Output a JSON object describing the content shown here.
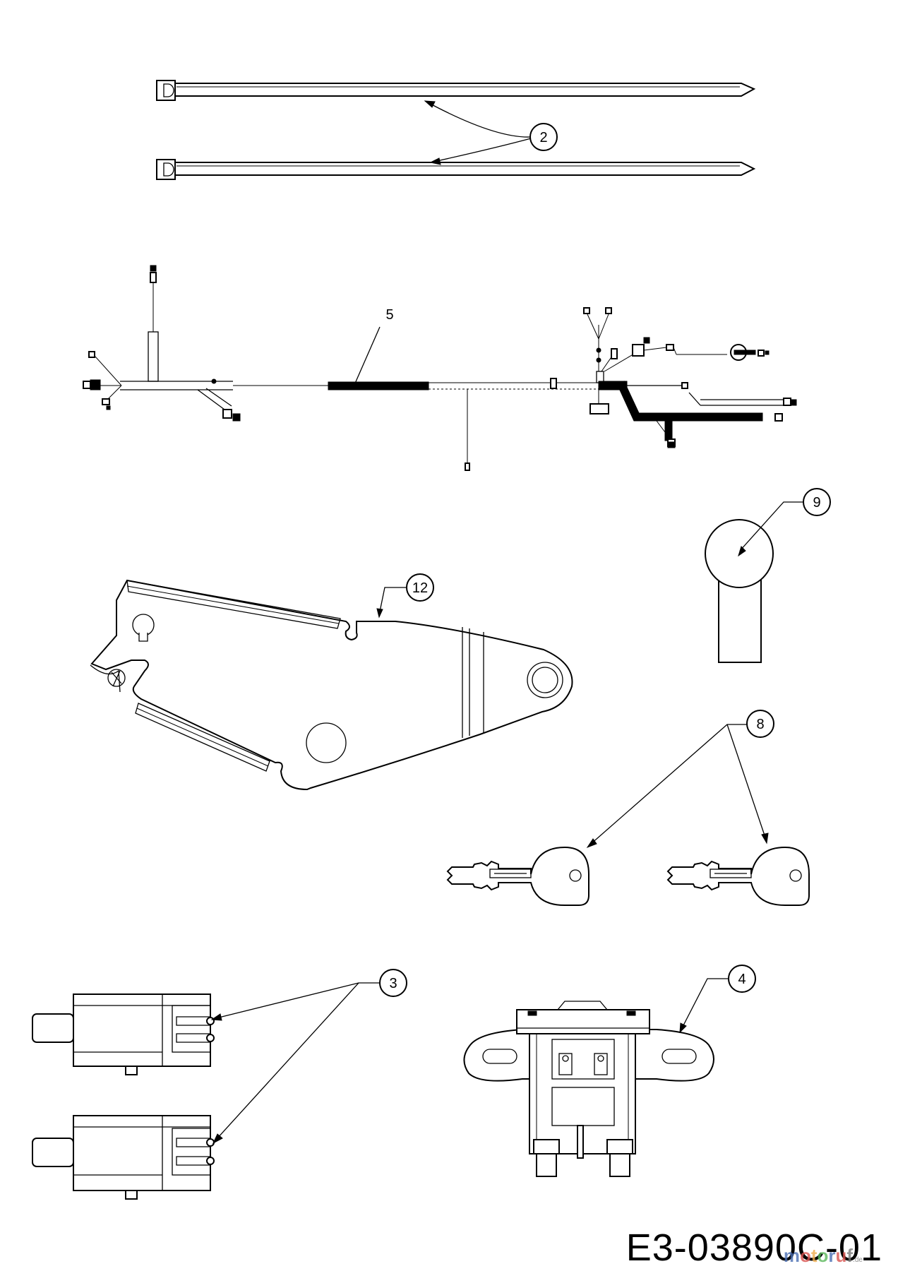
{
  "drawing_number": "E3-03890C-01",
  "watermark": {
    "text": "motoruf",
    "suffix": ".de",
    "colors": [
      "#4a6fb3",
      "#d9534f",
      "#f0ad4e",
      "#5cb85c",
      "#4a6fb3",
      "#d9534f",
      "#777777"
    ]
  },
  "callouts": [
    {
      "id": "2",
      "label": "2"
    },
    {
      "id": "5",
      "label": "5"
    },
    {
      "id": "9",
      "label": "9"
    },
    {
      "id": "12",
      "label": "12"
    },
    {
      "id": "8",
      "label": "8"
    },
    {
      "id": "3",
      "label": "3"
    },
    {
      "id": "4",
      "label": "4"
    }
  ]
}
